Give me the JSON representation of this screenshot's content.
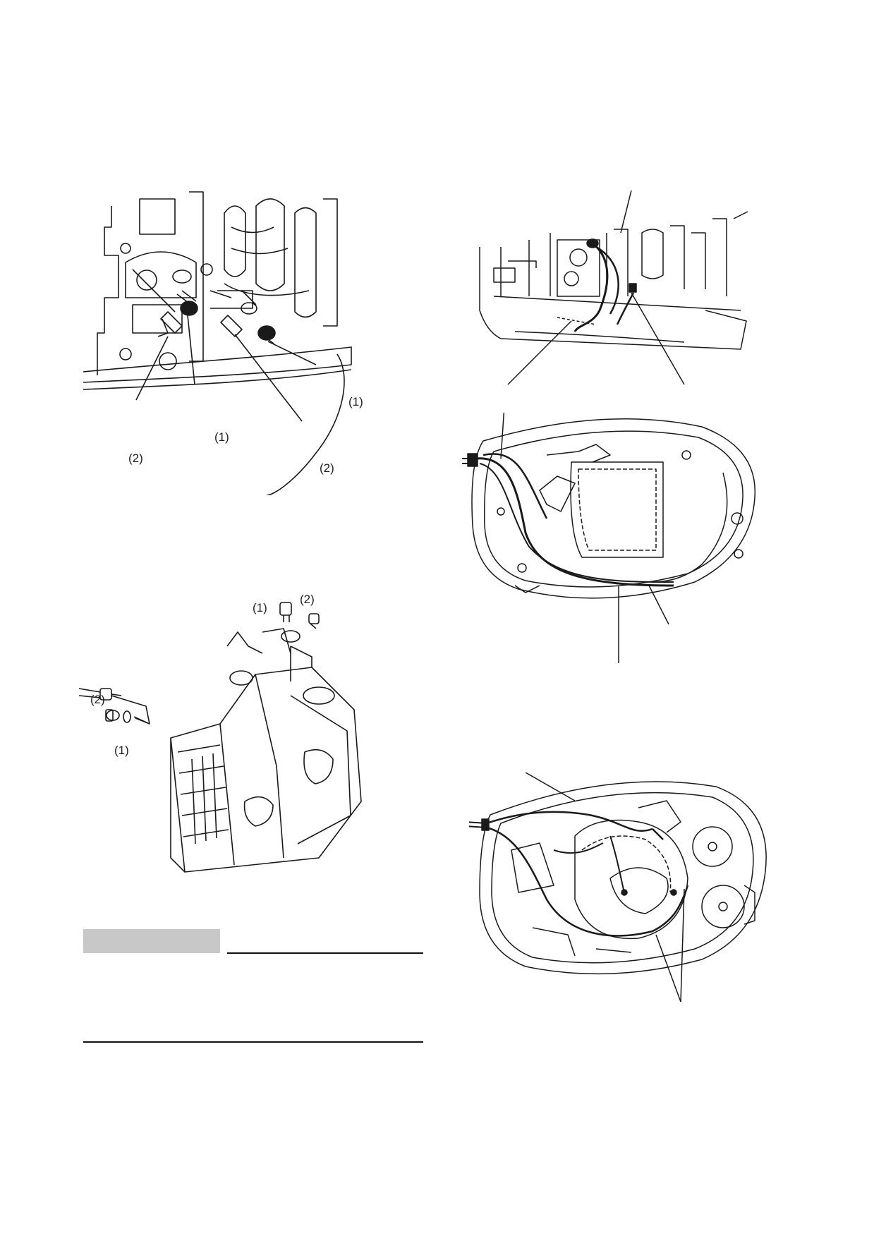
{
  "figures": {
    "crankcase_fittings": {
      "callouts": [
        "(1)",
        "(1)",
        "(2)",
        "(2)"
      ]
    },
    "cylinder_block": {
      "callouts": [
        "(1)",
        "(2)",
        "(2)",
        "(1)"
      ]
    },
    "harness_side_view": {},
    "cowling_top_view_a": {},
    "cowling_top_view_b": {}
  },
  "colors": {
    "line": "#1a1a1a",
    "note_box": "#c8c8c8"
  }
}
